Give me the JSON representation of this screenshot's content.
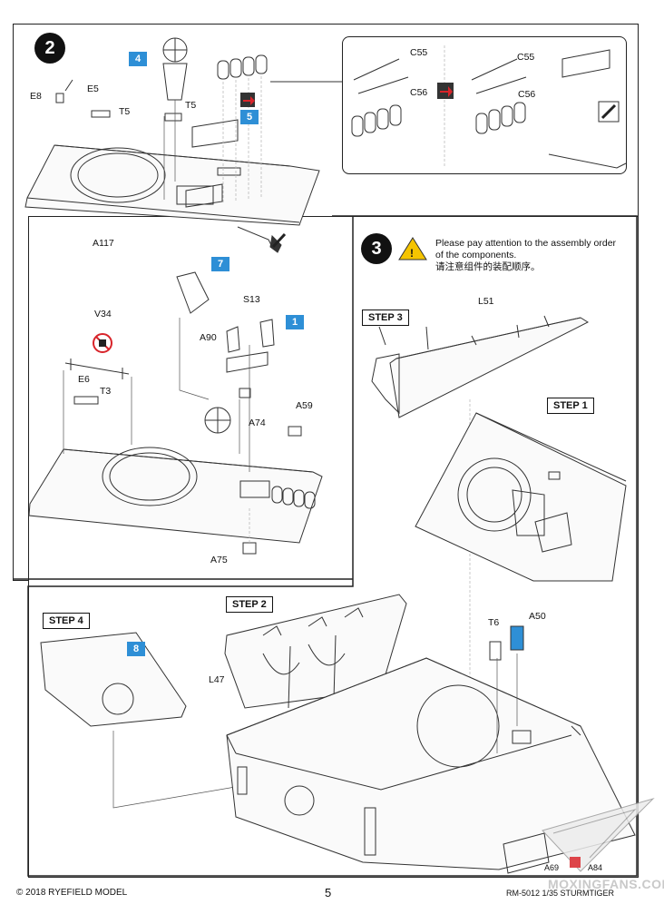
{
  "step2": {
    "number": "2",
    "labels": {
      "e8": "E8",
      "e5": "E5",
      "t5a": "T5",
      "t5b": "T5",
      "a117": "A117",
      "c55a": "C55",
      "c56a": "C56",
      "c55b": "C55",
      "c56b": "C56",
      "v34": "V34",
      "e6": "E6",
      "t3": "T3",
      "s13": "S13",
      "a90": "A90",
      "a74": "A74",
      "a59": "A59",
      "a75": "A75"
    },
    "badges": {
      "b4": "4",
      "b5": "5",
      "b7": "7",
      "b1": "1"
    }
  },
  "step3": {
    "number": "3",
    "note_en": "Please pay attention to the assembly order of the components.",
    "note_cn": "请注意组件的装配顺序。",
    "steps": {
      "s1": "STEP 1",
      "s2": "STEP 2",
      "s3": "STEP 3",
      "s4": "STEP 4"
    },
    "labels": {
      "l51": "L51",
      "l47": "L47",
      "t6": "T6",
      "a50": "A50",
      "a69": "A69",
      "a84": "A84"
    },
    "badges": {
      "b8": "8"
    }
  },
  "footer": {
    "copyright": "© 2018 RYEFIELD MODEL",
    "page": "5",
    "product": "RM-5012 1/35 STURMTIGER",
    "watermark": "MOXINGFANS.COM"
  },
  "colors": {
    "badge": "#2e8fd6",
    "warning": "#f5c400",
    "red": "#d8242a"
  }
}
